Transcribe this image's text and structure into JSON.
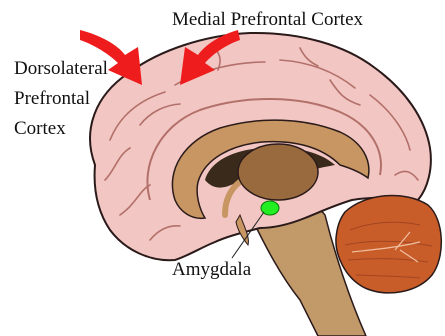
{
  "labels": {
    "medial_prefrontal": "Medial Prefrontal Cortex",
    "dorsolateral_line1": "Dorsolateral",
    "dorsolateral_line2": "Prefrontal",
    "dorsolateral_line3": "Cortex",
    "amygdala": "Amygdala"
  },
  "colors": {
    "cortex": "#f2c6c2",
    "cortex_outline": "#2a1a1a",
    "corpus_callosum": "#c79663",
    "thalamus": "#9a6a3f",
    "brainstem": "#c29a6a",
    "cerebellum": "#c95d2a",
    "amygdala": "#22ee22",
    "arrow": "#ee1c1c"
  }
}
